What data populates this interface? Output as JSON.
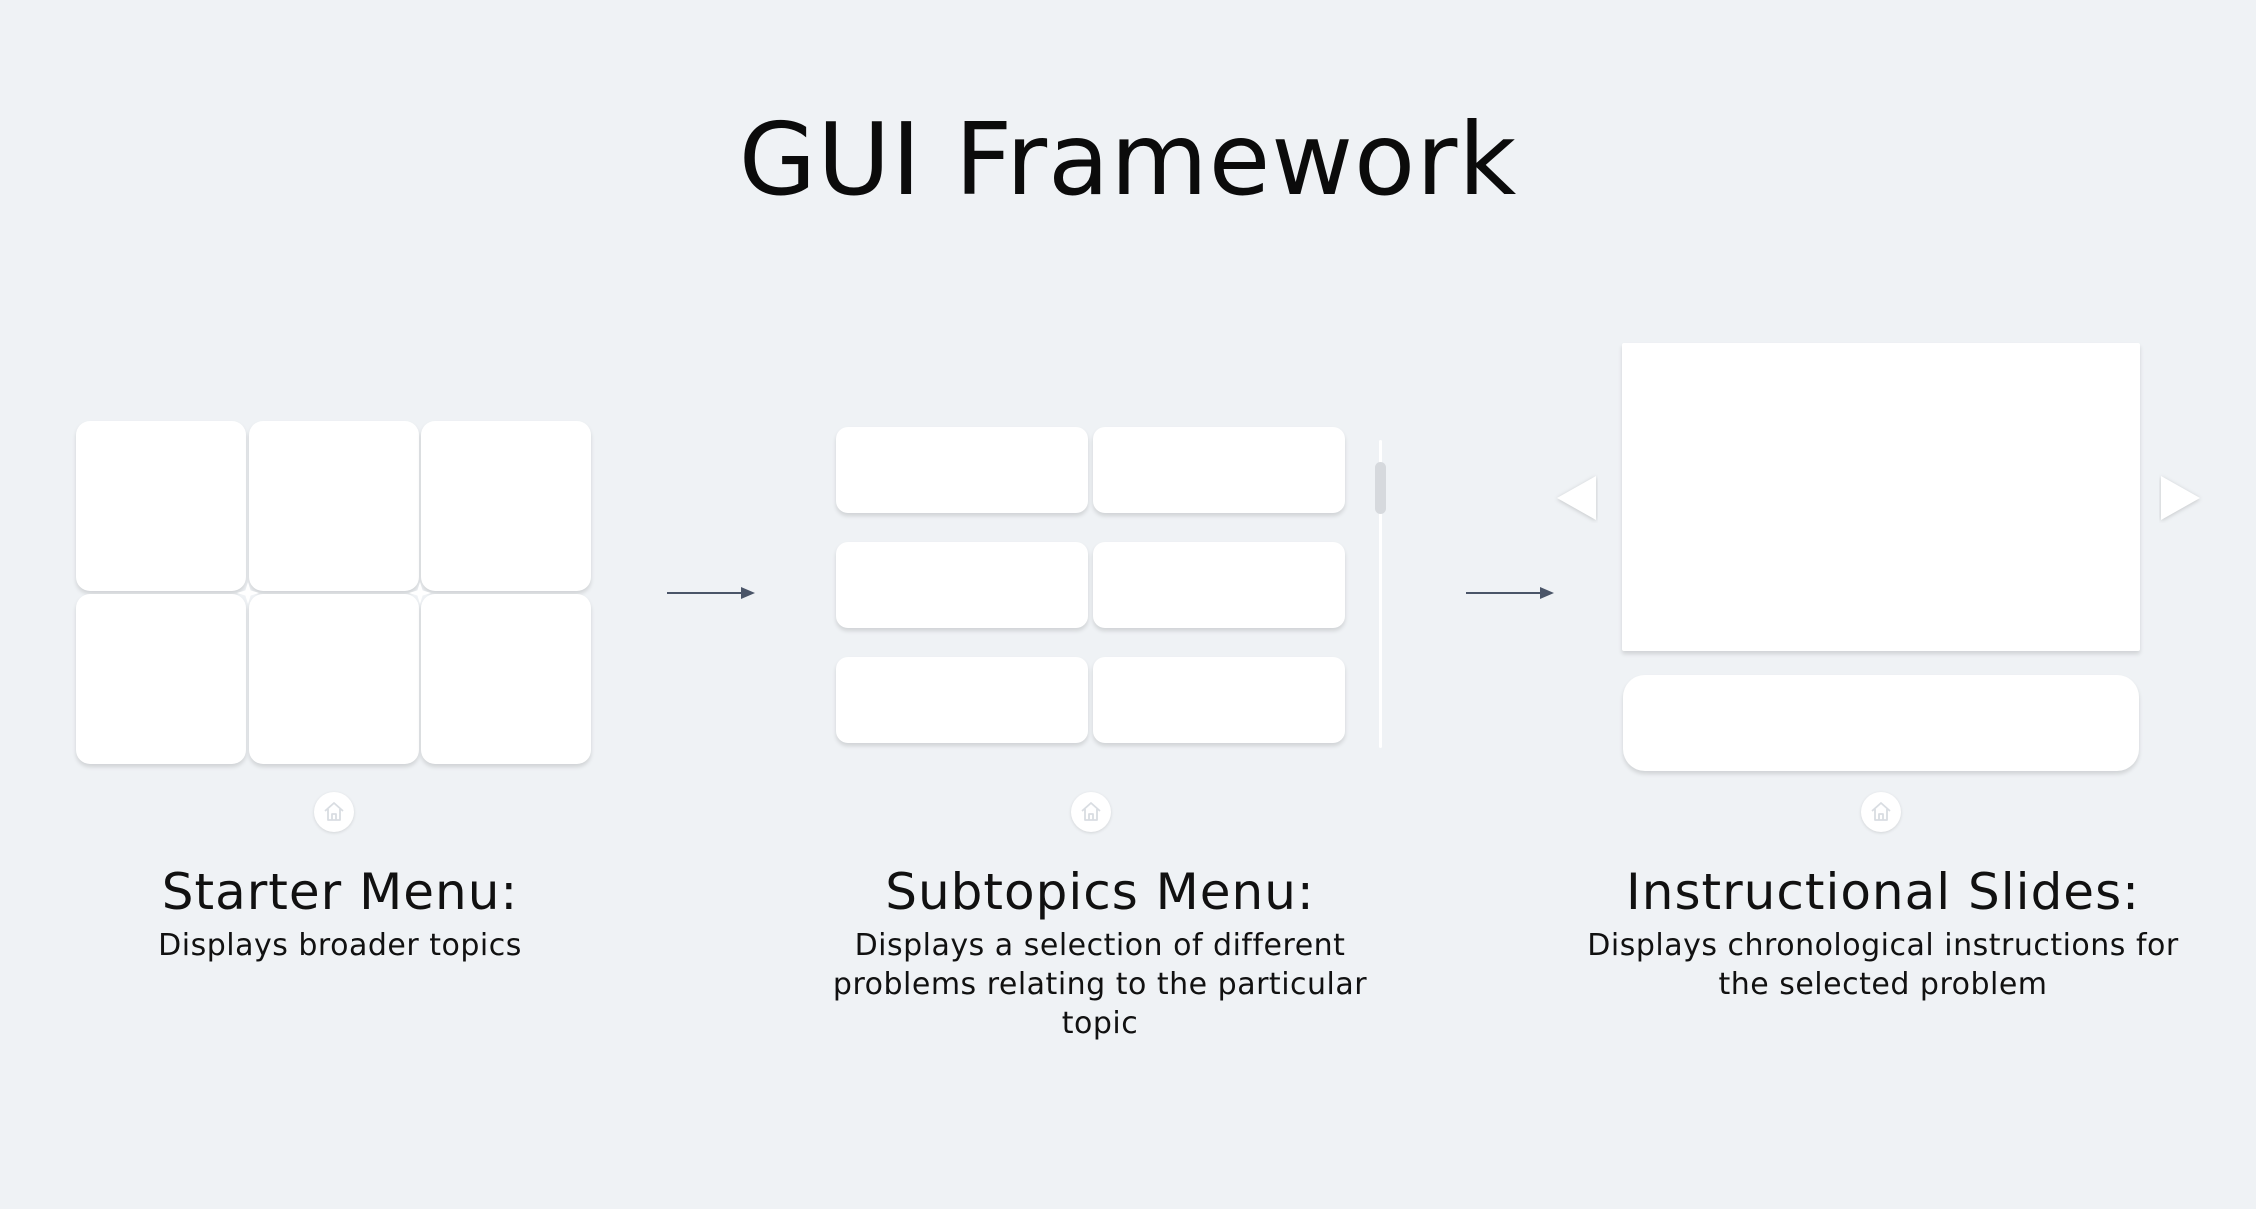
{
  "title": "GUI Framework",
  "sections": [
    {
      "heading": "Starter Menu:",
      "description": "Displays broader topics",
      "icon": "home-icon"
    },
    {
      "heading": "Subtopics Menu:",
      "description_lines": [
        "Displays a selection of different",
        "problems relating to the particular",
        "topic"
      ],
      "icon": "home-icon"
    },
    {
      "heading": "Instructional Slides:",
      "description_lines": [
        "Displays chronological instructions for",
        "the selected problem"
      ],
      "icon": "home-icon"
    }
  ],
  "flow_arrows": [
    "arrow-right-icon",
    "arrow-right-icon"
  ],
  "slide_nav_icons": [
    "triangle-left-icon",
    "triangle-right-icon"
  ],
  "colors": {
    "background": "#eff2f5",
    "card": "#ffffff",
    "arrow": "#4a5568",
    "text": "#111111"
  }
}
